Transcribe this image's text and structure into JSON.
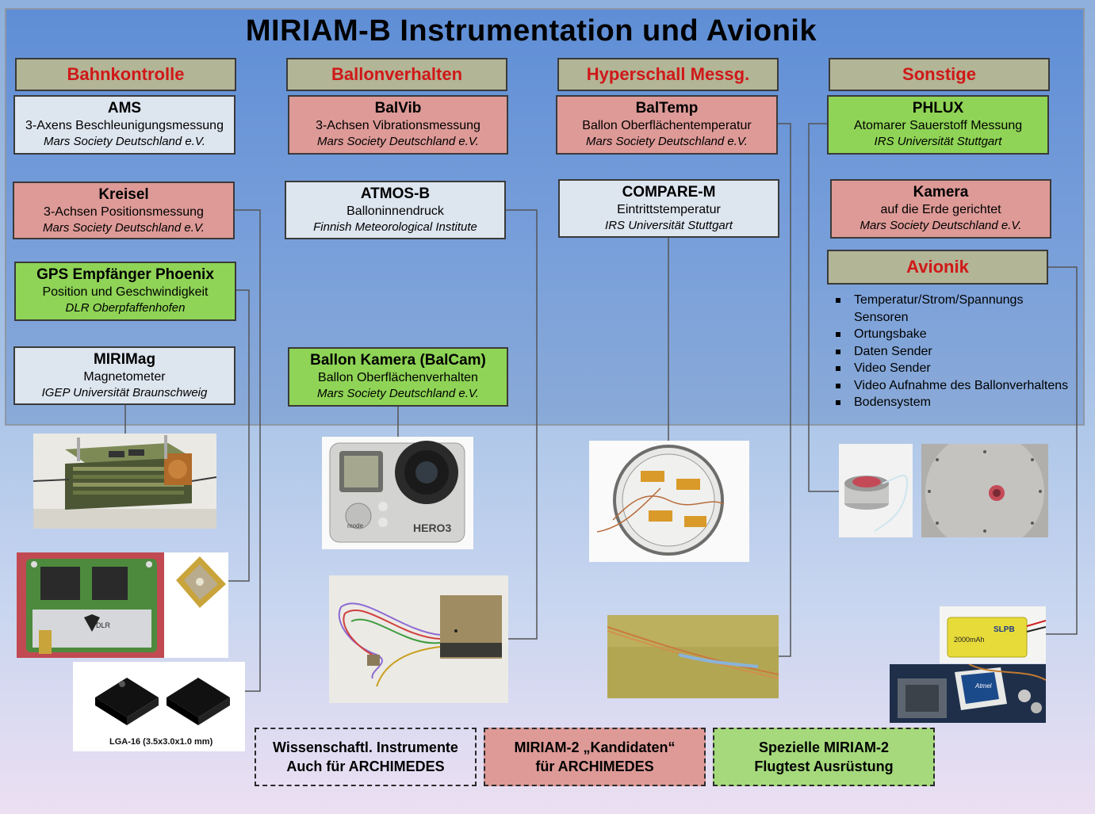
{
  "title": "MIRIAM-B Instrumentation und Avionik",
  "heads": [
    "Bahnkontrolle",
    "Ballonverhalten",
    "Hyperschall Messg.",
    "Sonstige",
    "Avionik"
  ],
  "boxes": {
    "ams": {
      "name": "AMS",
      "desc": "3-Axens Beschleunigungsmessung",
      "org": "Mars Society Deutschland e.V."
    },
    "kreisel": {
      "name": "Kreisel",
      "desc": "3-Achsen Positionsmessung",
      "org": "Mars Society Deutschland e.V."
    },
    "gps": {
      "name": "GPS Empfänger Phoenix",
      "desc": "Position und Geschwindigkeit",
      "org": "DLR Oberpfaffenhofen"
    },
    "mirimag": {
      "name": "MIRIMag",
      "desc": "Magnetometer",
      "org": "IGEP Universität Braunschweig"
    },
    "balvib": {
      "name": "BalVib",
      "desc": "3-Achsen Vibrationsmessung",
      "org": "Mars Society Deutschland e.V."
    },
    "atmos": {
      "name": "ATMOS-B",
      "desc": "Balloninnendruck",
      "org": "Finnish Meteorological Institute"
    },
    "balcam": {
      "name": "Ballon Kamera (BalCam)",
      "desc": "Ballon Oberflächenverhalten",
      "org": "Mars Society Deutschland e.V."
    },
    "baltemp": {
      "name": "BalTemp",
      "desc": "Ballon Oberflächentemperatur",
      "org": "Mars Society Deutschland e.V."
    },
    "compare": {
      "name": "COMPARE-M",
      "desc": "Eintrittstemperatur",
      "org": "IRS Universität Stuttgart"
    },
    "phlux": {
      "name": "PHLUX",
      "desc": "Atomarer Sauerstoff Messung",
      "org": "IRS Universität Stuttgart"
    },
    "kamera": {
      "name": "Kamera",
      "desc": "auf die Erde gerichtet",
      "org": "Mars Society Deutschland e.V."
    }
  },
  "avionik_items": [
    "Temperatur/Strom/Spannungs Sensoren",
    "Ortungsbake",
    "Daten Sender",
    "Video Sender",
    "Video Aufnahme des Ballonverhaltens",
    "Bodensystem"
  ],
  "photo_labels": {
    "gopro_brand": "HERO3",
    "mode": "mode",
    "lga": "LGA-16 (3.5x3.0x1.0 mm)",
    "dlr": "DLR",
    "battery": "2000mAh",
    "slpb": "SLPB",
    "atmel": "Atmel"
  },
  "legend": [
    {
      "line1": "Wissenschaftl. Instrumente",
      "line2": "Auch für ARCHIMEDES"
    },
    {
      "line1": "MIRIAM-2 „Kandidaten“",
      "line2": "für ARCHIMEDES"
    },
    {
      "line1": "Spezielle MIRIAM-2",
      "line2": "Flugtest Ausrüstung"
    }
  ],
  "colors": {
    "head_text": "#d01818",
    "head_bg": "#b2b596",
    "white_box": "#dde5ef",
    "red_box": "#dd9a97",
    "green_box": "#8fd456"
  }
}
